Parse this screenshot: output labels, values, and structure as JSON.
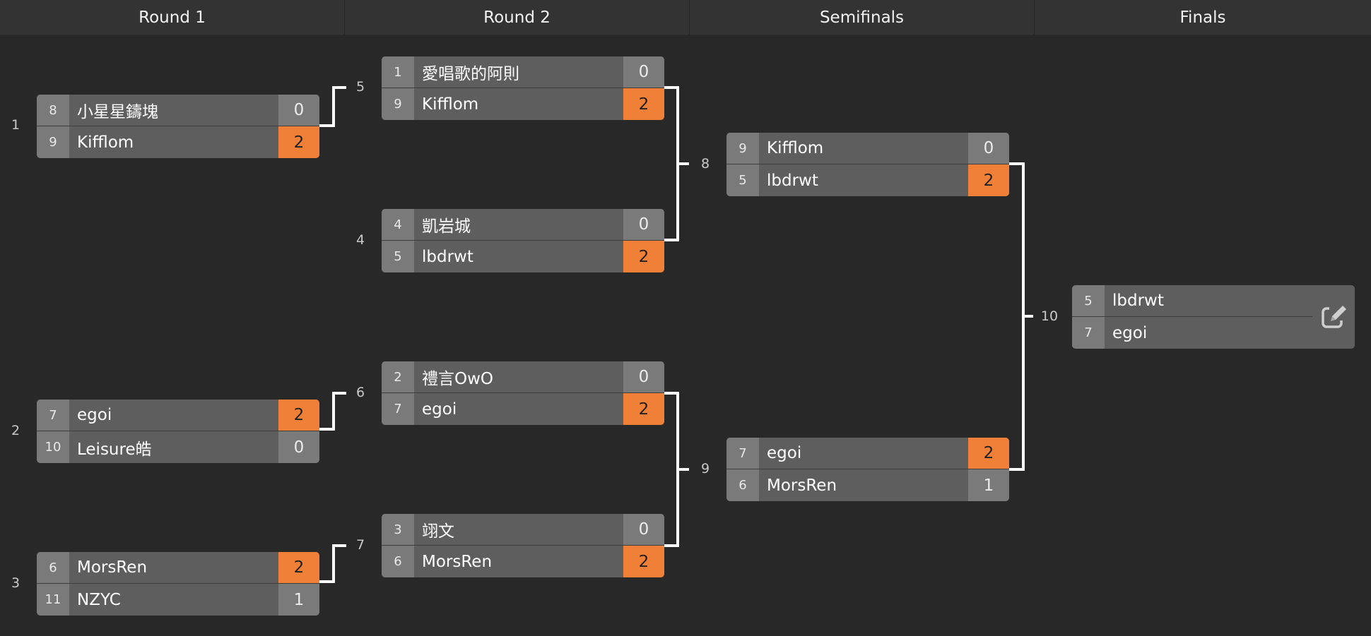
{
  "rounds": [
    {
      "label": "Round 1"
    },
    {
      "label": "Round 2"
    },
    {
      "label": "Semifinals"
    },
    {
      "label": "Finals"
    }
  ],
  "colors": {
    "background": "#282828",
    "header": "#333333",
    "winner_score": "#f07f38",
    "connector": "#ffffff"
  },
  "matches": {
    "m1": {
      "number": "1",
      "top": {
        "seed": "8",
        "name": "小星星鑄塊",
        "score": "0"
      },
      "bottom": {
        "seed": "9",
        "name": "Kifflom",
        "score": "2"
      }
    },
    "m2": {
      "number": "2",
      "top": {
        "seed": "7",
        "name": "egoi",
        "score": "2"
      },
      "bottom": {
        "seed": "10",
        "name": "Leisure皓",
        "score": "0"
      }
    },
    "m3": {
      "number": "3",
      "top": {
        "seed": "6",
        "name": "MorsRen",
        "score": "2"
      },
      "bottom": {
        "seed": "11",
        "name": "NZYC",
        "score": "1"
      }
    },
    "m4": {
      "number": "4",
      "top": {
        "seed": "4",
        "name": "凱岩城",
        "score": "0"
      },
      "bottom": {
        "seed": "5",
        "name": "lbdrwt",
        "score": "2"
      }
    },
    "m5": {
      "number": "5",
      "top": {
        "seed": "1",
        "name": "愛唱歌的阿則",
        "score": "0"
      },
      "bottom": {
        "seed": "9",
        "name": "Kifflom",
        "score": "2"
      }
    },
    "m6": {
      "number": "6",
      "top": {
        "seed": "2",
        "name": "禮言OwO",
        "score": "0"
      },
      "bottom": {
        "seed": "7",
        "name": "egoi",
        "score": "2"
      }
    },
    "m7": {
      "number": "7",
      "top": {
        "seed": "3",
        "name": "翊文",
        "score": "0"
      },
      "bottom": {
        "seed": "6",
        "name": "MorsRen",
        "score": "2"
      }
    },
    "m8": {
      "number": "8",
      "top": {
        "seed": "9",
        "name": "Kifflom",
        "score": "0"
      },
      "bottom": {
        "seed": "5",
        "name": "lbdrwt",
        "score": "2"
      }
    },
    "m9": {
      "number": "9",
      "top": {
        "seed": "7",
        "name": "egoi",
        "score": "2"
      },
      "bottom": {
        "seed": "6",
        "name": "MorsRen",
        "score": "1"
      }
    },
    "m10": {
      "number": "10",
      "top": {
        "seed": "5",
        "name": "lbdrwt",
        "score": ""
      },
      "bottom": {
        "seed": "7",
        "name": "egoi",
        "score": ""
      }
    }
  },
  "icons": {
    "edit": "edit-icon"
  }
}
